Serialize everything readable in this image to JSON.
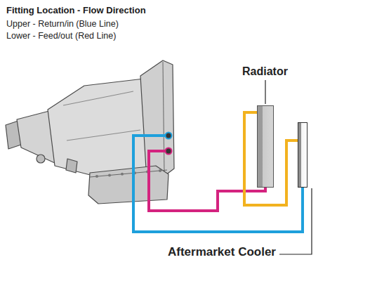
{
  "diagram": {
    "title": "Fitting Location - Flow Direction",
    "nodes": [
      {
        "text": [
          "Radiator"
        ]
      },
      {
        "text": [
          "Aftermarket Cooler"
        ]
      }
    ],
    "edges": [
      {
        "from": 0,
        "to": 1,
        "arrow": "none"
      }
    ],
    "labels": [
      "Upper - Return/in (Blue Line)",
      "Lower - Feed/out (Red Line)"
    ]
  }
}
